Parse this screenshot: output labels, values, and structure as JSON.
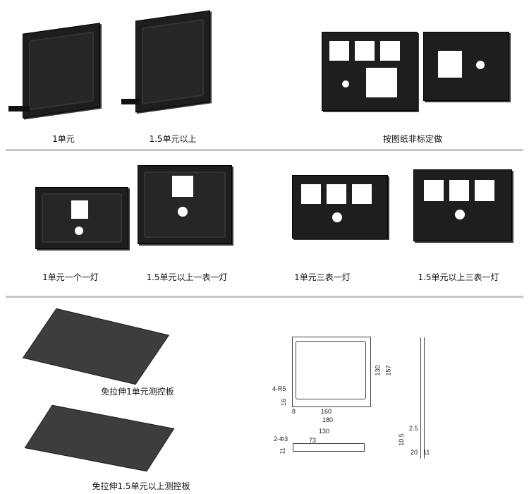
{
  "row1": {
    "labels": [
      "1单元",
      "1.5单元以上",
      "按图纸非标定做"
    ]
  },
  "row2": {
    "labels": [
      "1单元一个一灯",
      "1.5单元以上一表一灯",
      "1单元三表一灯",
      "1.5单元以上三表一灯"
    ]
  },
  "row3": {
    "labels": [
      "免拉伸1单元测控板",
      "免拉伸1.5单元以上测控板"
    ]
  },
  "drawing": {
    "dims": [
      "130",
      "157",
      "4-R5",
      "16",
      "8",
      "160",
      "180",
      "2-Φ3",
      "130",
      "73",
      "11",
      "2.5",
      "10.5",
      "20",
      "11"
    ]
  }
}
